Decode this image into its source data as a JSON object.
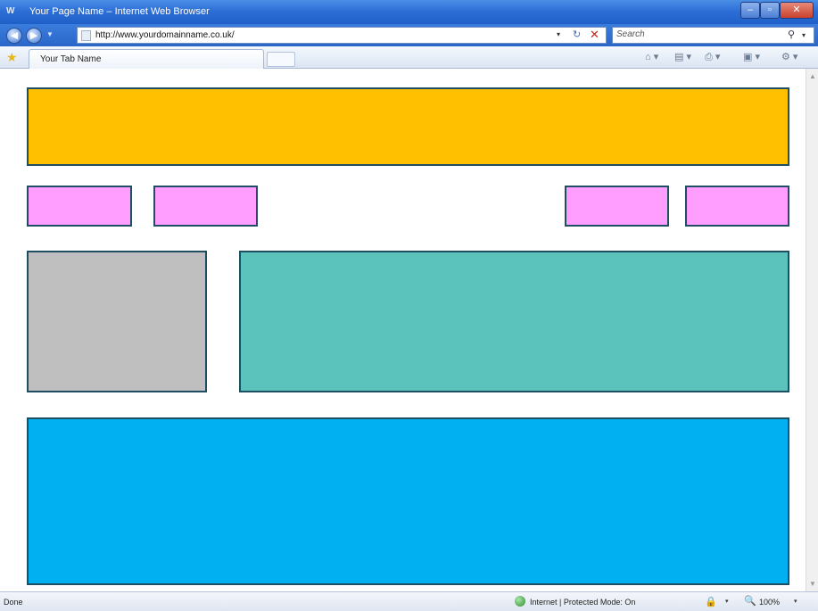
{
  "window": {
    "title": "Your Page Name – Internet Web Browser",
    "app_icon": "W",
    "buttons": {
      "minimize": "–",
      "maximize": "▫",
      "close": "✕"
    }
  },
  "address_bar": {
    "url": "http://www.yourdomainname.co.uk/",
    "dropdown": "▾",
    "refresh": "↻",
    "stop": "✕"
  },
  "search": {
    "placeholder": "Search",
    "icon": "⚲",
    "dropdown": "▾"
  },
  "tabs": {
    "active_label": "Your Tab Name",
    "favorites_icon": "★"
  },
  "toolbar": {
    "home": "⌂ ▾",
    "feeds": "▤ ▾",
    "print": "⎙ ▾",
    "page": "▣ ▾",
    "tools": "⚙ ▾"
  },
  "page_blocks": {
    "colors": {
      "header": "#ffc000",
      "nav": "#ff9eff",
      "sidebar": "#bfbfbf",
      "main": "#5cc3bc",
      "footer": "#00b0f0",
      "border": "#1f4e63"
    }
  },
  "status_bar": {
    "status": "Done",
    "zone": "Internet | Protected Mode: On",
    "lock": "🔒",
    "zoom": "100%",
    "dropdown": "▾"
  }
}
